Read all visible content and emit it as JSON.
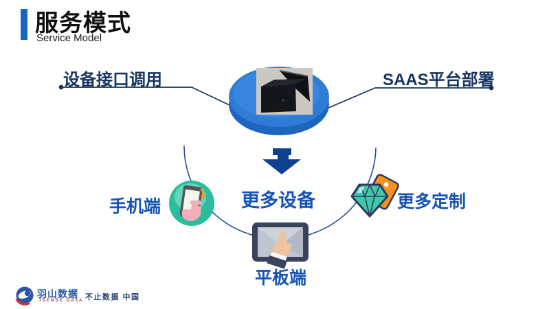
{
  "header": {
    "title": "服务模式",
    "subtitle": "Service Model"
  },
  "diagram": {
    "left_branch": "设备接口调用",
    "right_branch": "SAAS平台部署",
    "mobile": "手机端",
    "more_devices": "更多设备",
    "more_customization": "更多定制",
    "tablet": "平板端"
  },
  "icons": {
    "platform": "blue-3d-disc-with-device-photo",
    "arrow": "down-arrow-icon",
    "mobile": "hand-holding-phone-icon",
    "customization": "gem-with-tag-icon",
    "tablet": "tablet-touch-icon",
    "brand": "swirl-globe-logo-icon"
  },
  "footer": {
    "brand_name": "羽山数据",
    "brand_latin": "JSENSE DATA",
    "tagline": "不止数据 中国"
  },
  "colors": {
    "header_accent": "#1565C5",
    "branch_navy": "#16355F",
    "node_blue": "#1553B4",
    "platform_blue": "#2F7CD8",
    "arc_blue": "#1F4E9C",
    "arrow_blue": "#0E4192",
    "icon_teal": "#2BBE9E",
    "icon_orange": "#F6921E",
    "brand_blue": "#2B56A8",
    "brand_red": "#D0372E"
  }
}
